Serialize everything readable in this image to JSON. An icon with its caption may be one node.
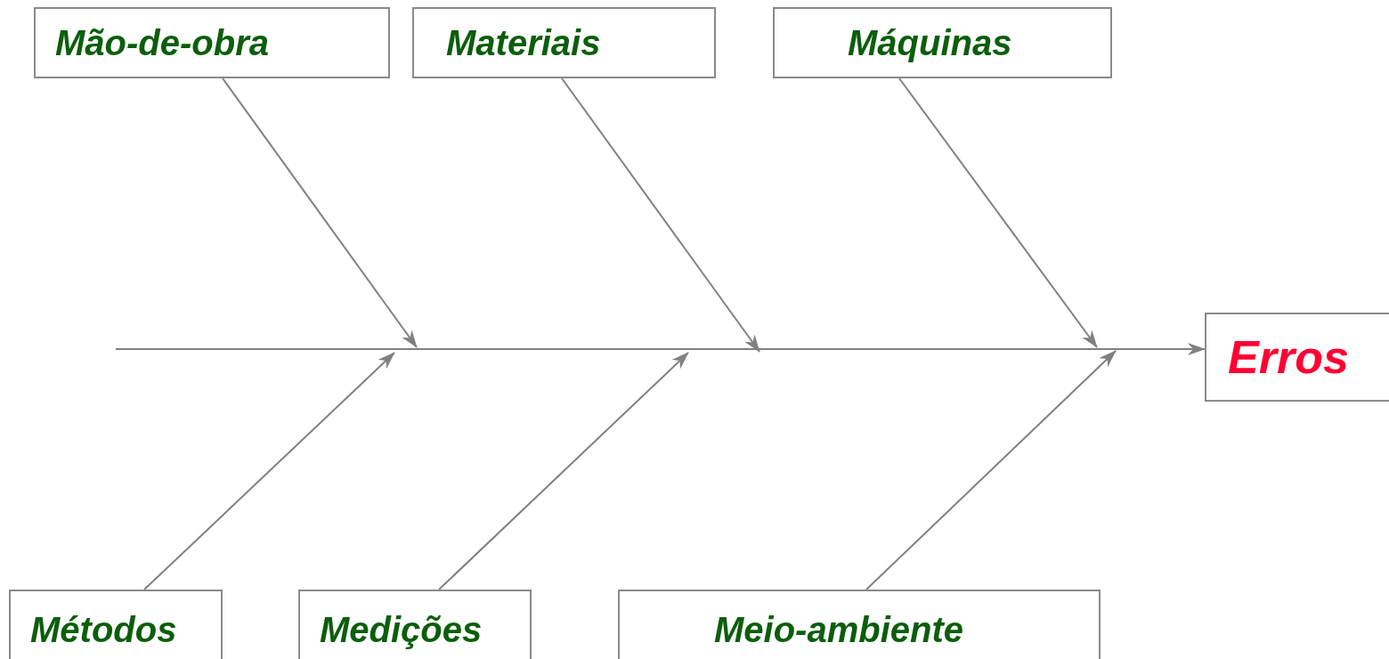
{
  "diagram": {
    "nodes": [
      {
        "text": [
          "Mão-de-obra"
        ]
      },
      {
        "text": [
          "Materiais"
        ]
      },
      {
        "text": [
          "Máquinas"
        ]
      },
      {
        "text": [
          "Métodos"
        ]
      },
      {
        "text": [
          "Medições"
        ]
      },
      {
        "text": [
          "Meio-ambiente"
        ]
      },
      {
        "text": [
          "Erros"
        ]
      }
    ],
    "edges": [
      {
        "from": null,
        "to": 6,
        "arrow": "to"
      },
      {
        "from": 0,
        "to": null,
        "arrow": "to"
      },
      {
        "from": 1,
        "to": null,
        "arrow": "to"
      },
      {
        "from": 2,
        "to": null,
        "arrow": "to"
      },
      {
        "from": 3,
        "to": null,
        "arrow": "to"
      },
      {
        "from": 4,
        "to": null,
        "arrow": "to"
      },
      {
        "from": 5,
        "to": null,
        "arrow": "to"
      }
    ]
  }
}
